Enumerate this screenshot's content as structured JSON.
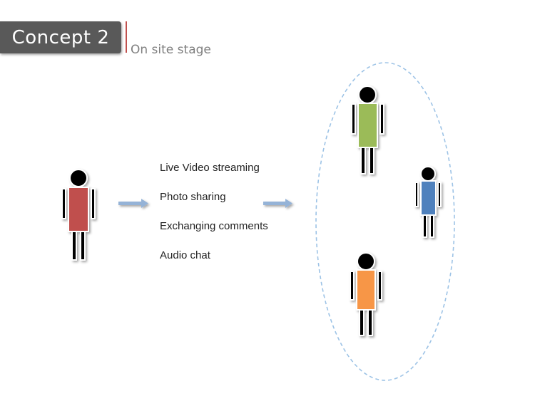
{
  "header": {
    "title": "Concept 2",
    "subtitle": "On site stage"
  },
  "activities": [
    "Live Video streaming",
    "Photo sharing",
    "Exchanging comments",
    "Audio chat"
  ],
  "colors": {
    "title_bg": "#595959",
    "title_rule": "#c0504d",
    "arrow": "#95b3d7",
    "group_outline": "#9dc3e6",
    "sender_body": "#c0504d",
    "viewer_green_body": "#9bbb59",
    "viewer_blue_body": "#4f81bd",
    "viewer_orange_body": "#f79646"
  },
  "icons": {
    "person": "stick-figure-person-icon",
    "arrow": "right-arrow-icon"
  }
}
